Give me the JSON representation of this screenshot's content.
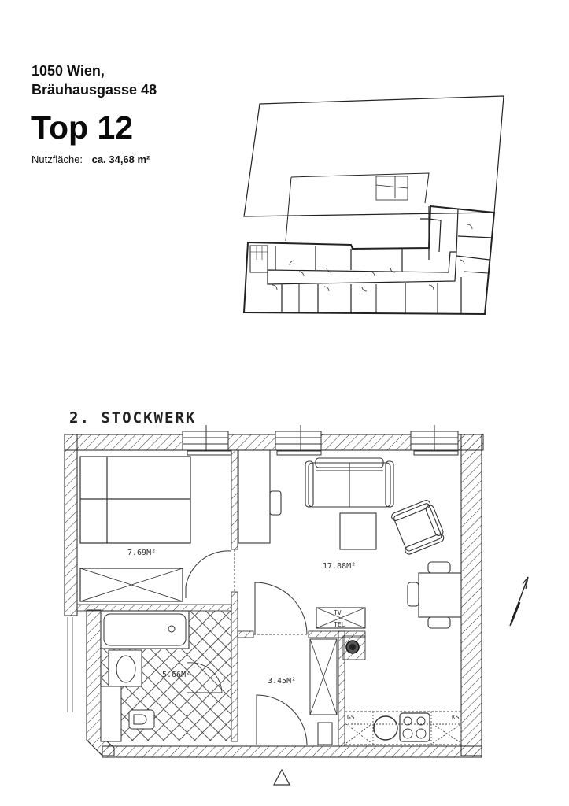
{
  "header": {
    "address_line1": "1050 Wien,",
    "address_line2": "Bräuhausgasse 48",
    "unit": "Top 12",
    "area_label": "Nutzfläche:",
    "area_value": "ca. 34,68 m²"
  },
  "site_plan": {
    "description": "building overview floor plan with corridor and apartments"
  },
  "floor_plan": {
    "floor_label": "2. STOCKWERK",
    "rooms": [
      {
        "name": "bedroom",
        "area": "7.69M²"
      },
      {
        "name": "living-kitchen",
        "area": "17.88M²"
      },
      {
        "name": "bathroom",
        "area": "5.66M²"
      },
      {
        "name": "hallway",
        "area": "3.45M²"
      }
    ],
    "annotations": {
      "tv": "TV",
      "tel": "TEL",
      "gs": "GS",
      "ks": "KS"
    },
    "entrance_symbol": "triangle",
    "north_arrow": "north-arrow"
  },
  "colors": {
    "line": "#222222",
    "background": "#ffffff"
  }
}
